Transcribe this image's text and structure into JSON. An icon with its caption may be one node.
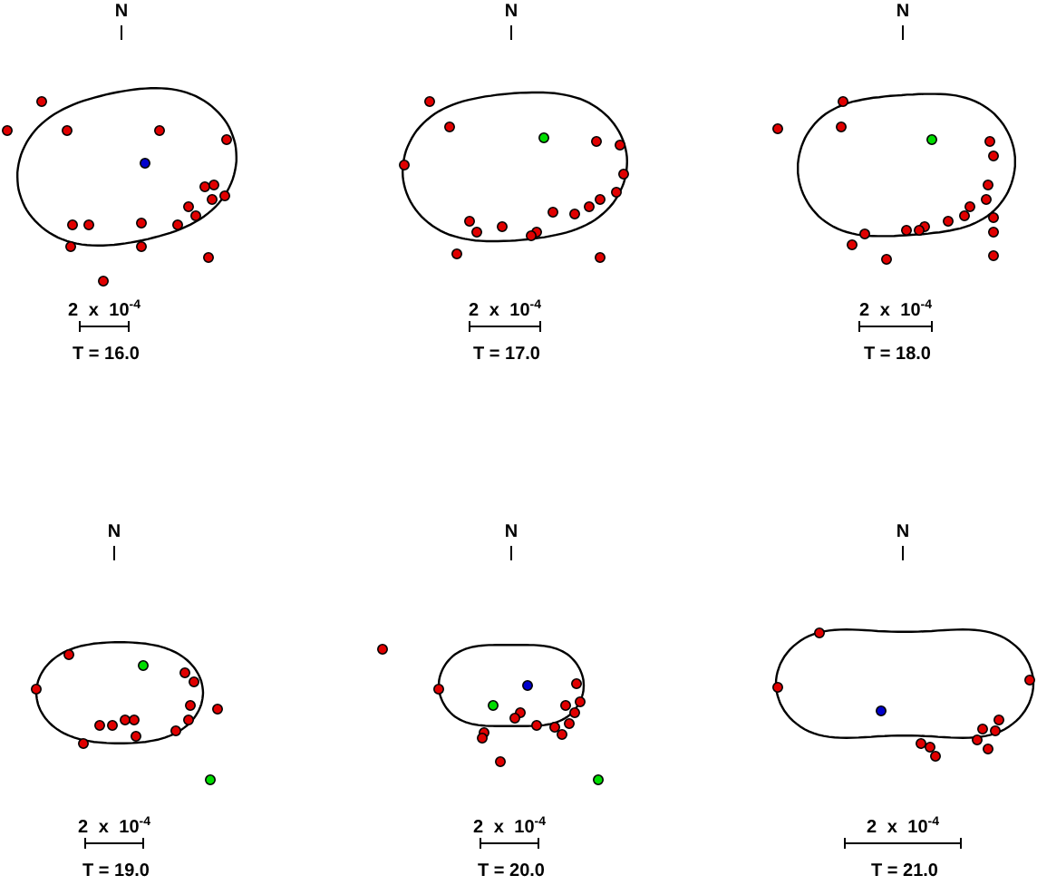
{
  "diagram": {
    "labels": [
      "N",
      "N",
      "N",
      "2 x 10$^{-4}$",
      "2 x 10$^{-4}$",
      "2 x 10$^{-4}$",
      "T = 16.0",
      "T = 17.0",
      "T = 18.0",
      "N",
      "N",
      "N",
      "2 x 10$^{-4}$",
      "2 x 10$^{-4}$",
      "2 x 10$^{-4}$",
      "T = 19.0",
      "T = 20.0",
      "T = 21.0"
    ]
  }
}
